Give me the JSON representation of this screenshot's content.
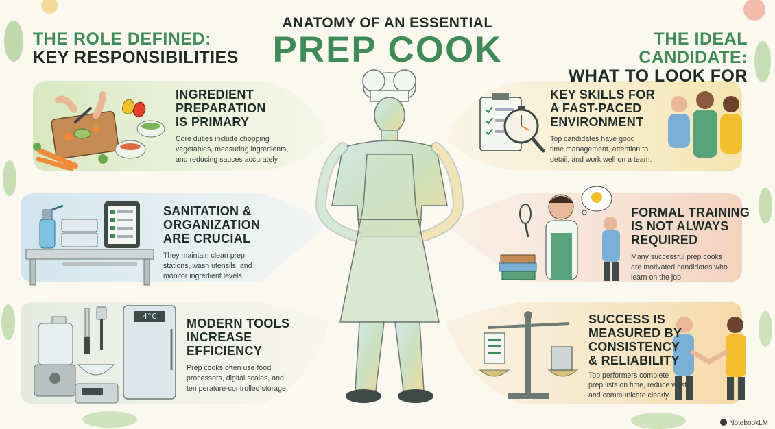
{
  "header": {
    "left_line1": "THE ROLE DEFINED:",
    "left_line2": "KEY RESPONSIBILITIES",
    "center_line1": "ANATOMY OF AN ESSENTIAL",
    "center_line2": "PREP COOK",
    "right_line1": "THE IDEAL CANDIDATE:",
    "right_line2": "WHAT TO LOOK FOR"
  },
  "left_sections": [
    {
      "title": [
        "INGREDIENT",
        "PREPARATION",
        "IS PRIMARY"
      ],
      "desc": [
        "Core duties include chopping",
        "vegetables, measuring ingredients,",
        "and reducing sauces accurately."
      ]
    },
    {
      "title": [
        "SANITATION &",
        "ORGANIZATION",
        "ARE CRUCIAL"
      ],
      "desc": [
        "They maintain clean prep",
        "stations, wash utensils, and",
        "monitor ingredient levels."
      ]
    },
    {
      "title": [
        "MODERN TOOLS",
        "INCREASE",
        "EFFICIENCY"
      ],
      "desc": [
        "Prep cooks often use food",
        "processors, digital scales, and",
        "temperature-controlled storage."
      ],
      "fridge_display": "4°C"
    }
  ],
  "right_sections": [
    {
      "title": [
        "KEY SKILLS FOR",
        "A FAST-PACED",
        "ENVIRONMENT"
      ],
      "desc": [
        "Top candidates have good",
        "time management, attention to",
        "detail, and work well on a team."
      ]
    },
    {
      "title": [
        "FORMAL TRAINING",
        "IS NOT ALWAYS",
        "REQUIRED"
      ],
      "desc": [
        "Many successful prep cooks",
        "are motivated candidates who",
        "learn on the job."
      ]
    },
    {
      "title": [
        "SUCCESS IS",
        "MEASURED BY",
        "CONSISTENCY",
        "& RELIABILITY"
      ],
      "desc": [
        "Top performers complete",
        "prep lists on time, reduce waste,",
        "and communicate clearly."
      ]
    }
  ],
  "footer": {
    "brand": "NotebookLM"
  },
  "colors": {
    "green": "#3f8a57",
    "dark": "#1e2b27",
    "band_green": "#dbe9c6",
    "band_blue": "#d3e6ee",
    "band_grey": "#e6ebe4",
    "band_yellow": "#f6e6b8",
    "band_peach": "#f5d6c4",
    "band_orange": "#f6ddb4"
  },
  "icons": [
    "vegetables-cutting-board-icon",
    "spray-bottle-icon",
    "tablet-checklist-icon",
    "food-processor-icon",
    "knife-icon",
    "spatula-icon",
    "digital-scale-icon",
    "refrigerator-icon",
    "clipboard-checklist-icon",
    "stopwatch-icon",
    "team-icon",
    "chef-woman-whisk-icon",
    "lightbulb-icon",
    "books-icon",
    "balance-scale-icon",
    "handshake-icon",
    "notebooklm-icon"
  ]
}
